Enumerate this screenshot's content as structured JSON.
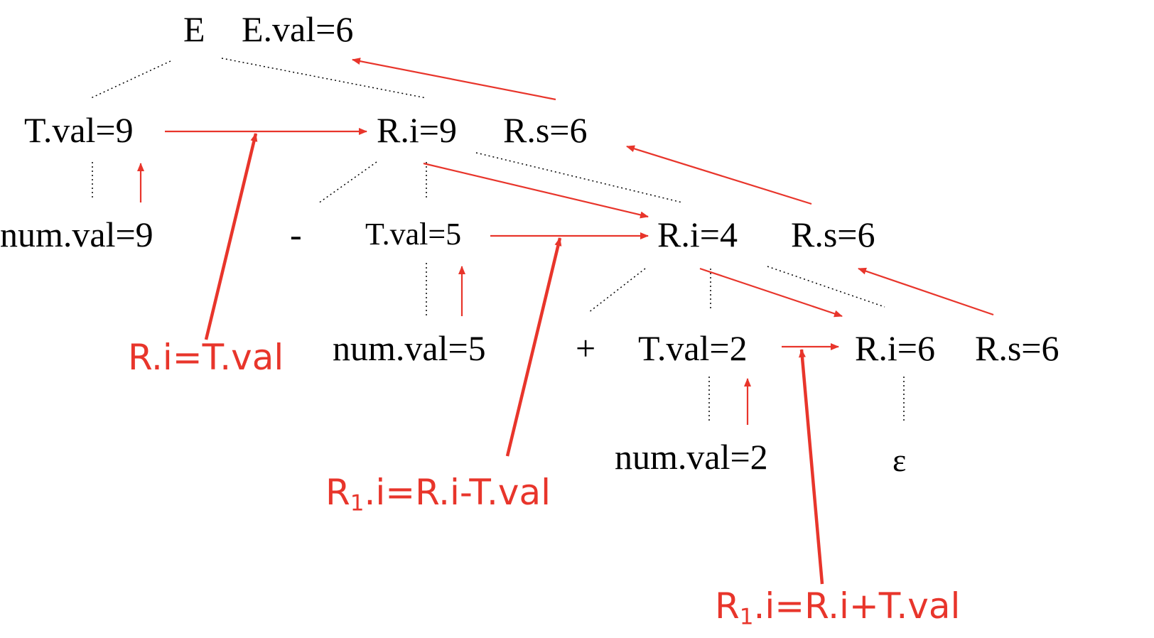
{
  "colors": {
    "tree_edge": "#000000",
    "dependency": "#e8352b",
    "rule_text": "#e8352b",
    "node_text": "#000000"
  },
  "nodes": {
    "root_symbol": "E",
    "root_val": "E.val=6",
    "t1_val": "T.val=9",
    "r1_i": "R.i=9",
    "r1_s": "R.s=6",
    "num1_val": "num.val=9",
    "minus_op": "-",
    "t2_val": "T.val=5",
    "r2_i": "R.i=4",
    "r2_s": "R.s=6",
    "num2_val": "num.val=5",
    "plus_op": "+",
    "t3_val": "T.val=2",
    "r3_i": "R.i=6",
    "r3_s": "R.s=6",
    "num3_val": "num.val=2",
    "epsilon": "ε"
  },
  "rules": {
    "rule1": "R.i=T.val",
    "rule2_prefix": "R",
    "rule2_sub": "1",
    "rule2_suffix": ".i=R.i-T.val",
    "rule3_prefix": "R",
    "rule3_sub": "1",
    "rule3_suffix": ".i=R.i+T.val"
  }
}
